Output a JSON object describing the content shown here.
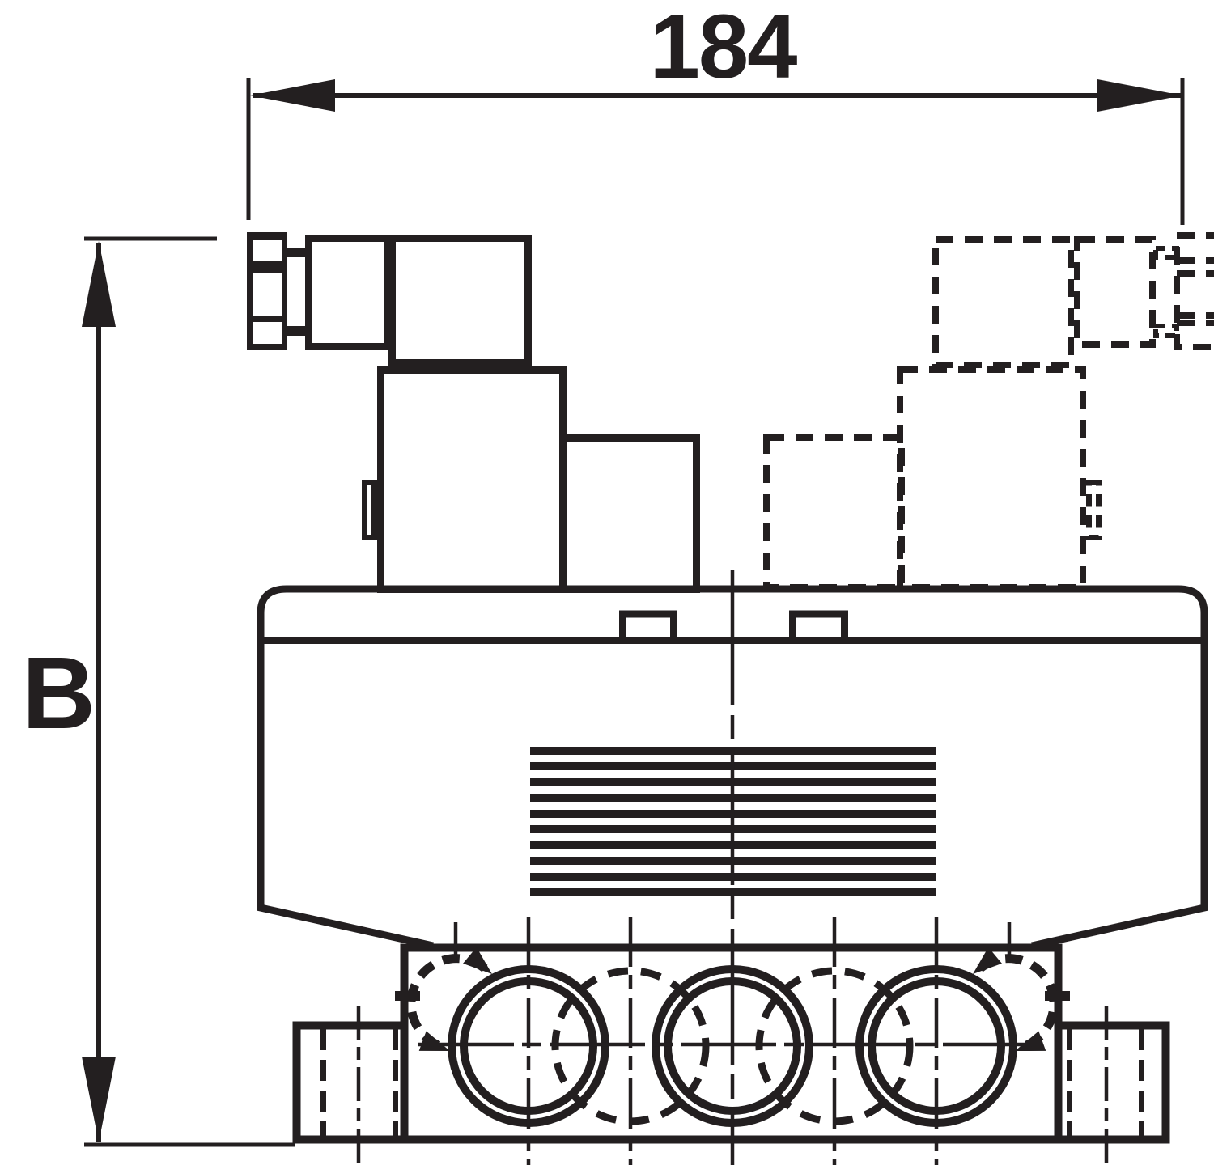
{
  "drawing": {
    "type": "technical-dimension-drawing",
    "description": "Side view of a solenoid-operated directional valve with one solid solenoid, one dashed optional solenoid, valve body and ported mounting block",
    "line_color": "#231f20",
    "background_color": "#ffffff"
  },
  "dimensions": {
    "width_label": "184",
    "height_label": "B"
  },
  "parts": [
    {
      "name": "connector-plug-ribbed"
    },
    {
      "name": "connector-socket"
    },
    {
      "name": "solenoid-coil"
    },
    {
      "name": "optional-second-solenoid-dashed"
    },
    {
      "name": "valve-cover-band"
    },
    {
      "name": "valve-body"
    },
    {
      "name": "cooling-fin-hatch"
    },
    {
      "name": "ports-block"
    },
    {
      "name": "port-bores"
    },
    {
      "name": "mounting-flanges"
    },
    {
      "name": "rotation-arrows"
    }
  ]
}
